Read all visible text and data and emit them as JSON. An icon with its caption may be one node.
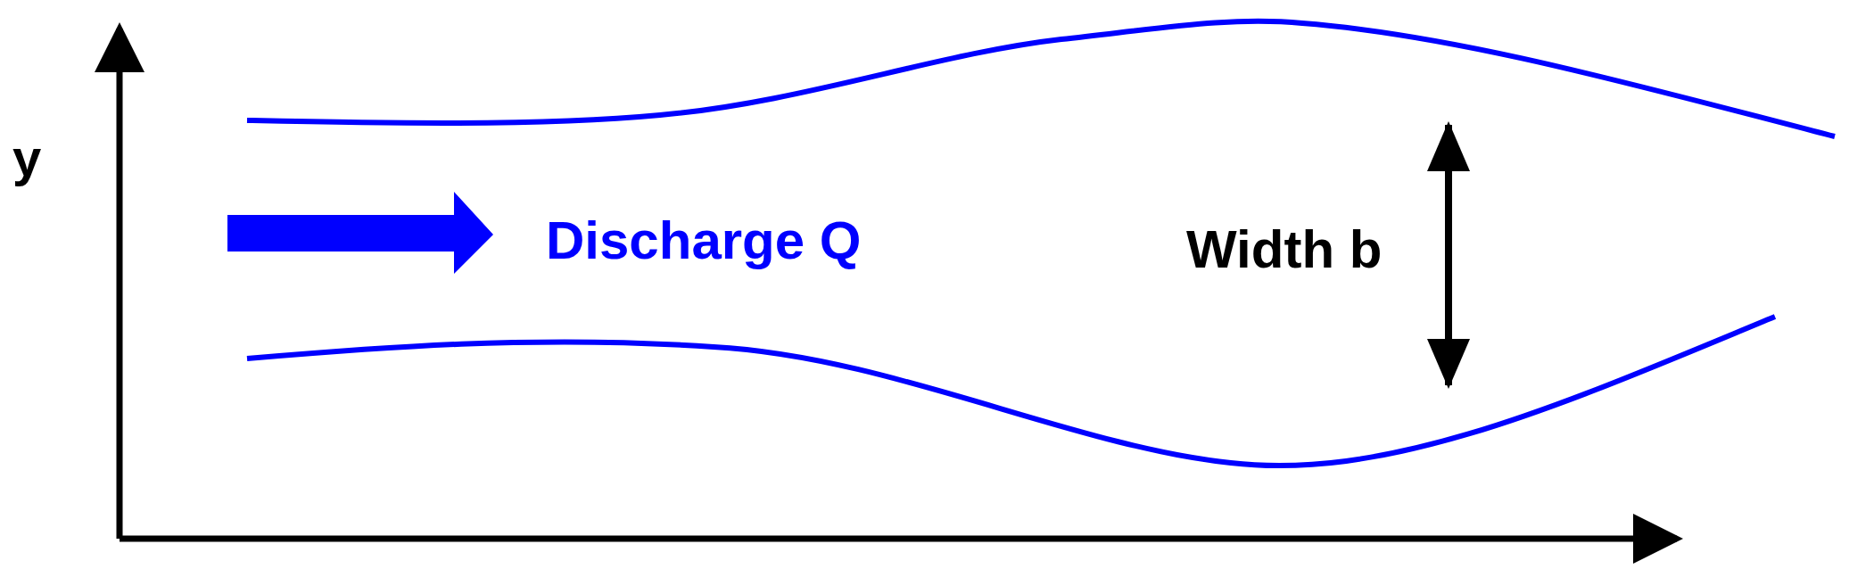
{
  "diagram": {
    "labels": [
      "y",
      "Discharge Q",
      "Width b"
    ]
  }
}
